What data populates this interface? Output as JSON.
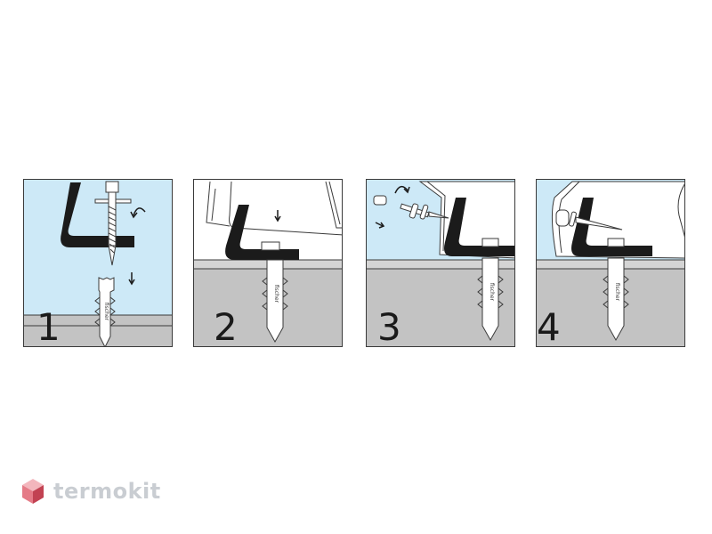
{
  "steps": [
    {
      "number": "1"
    },
    {
      "number": "2"
    },
    {
      "number": "3"
    },
    {
      "number": "4"
    }
  ],
  "dowel_label": "fischer",
  "brand": {
    "name": "termokit",
    "colors": {
      "mark_top": "#f3b6bd",
      "mark_left": "#e57b87",
      "mark_right": "#c24252",
      "text": "#c9cdd2"
    }
  },
  "colors": {
    "sky": "#cde9f7",
    "wall": "#c3c3c3",
    "wall_top": "#d4d4d4",
    "bracket": "#1b1b1b",
    "outline": "#3a3a3a"
  }
}
